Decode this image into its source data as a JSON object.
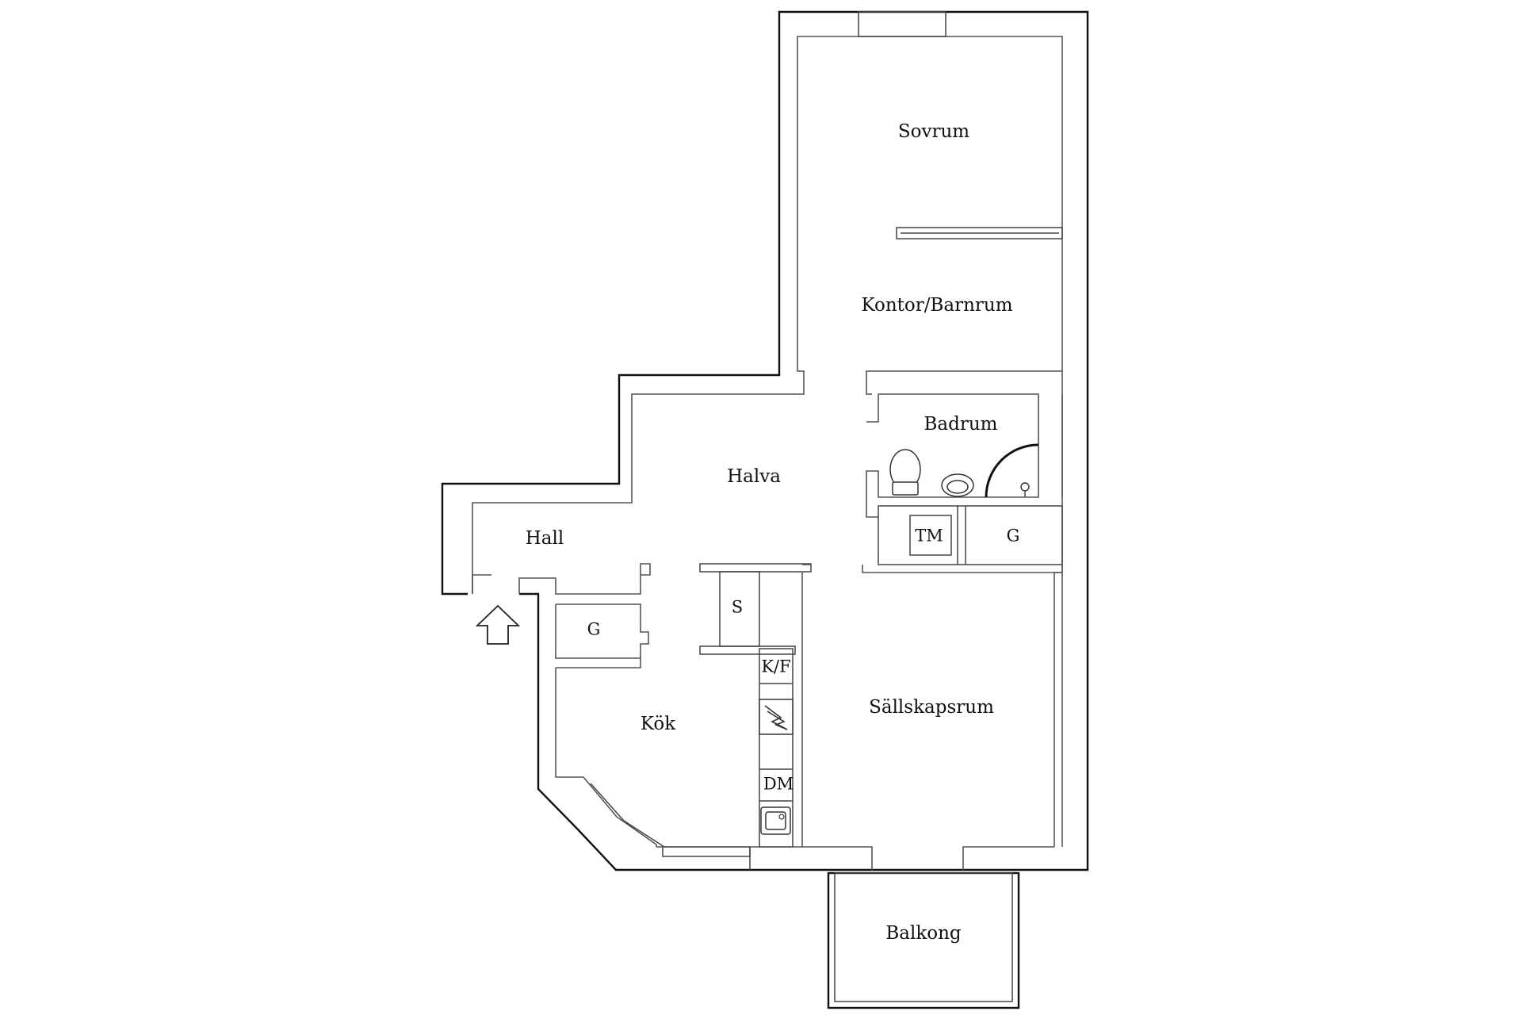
{
  "rooms": {
    "sovrum": "Sovrum",
    "kontor": "Kontor/Barnrum",
    "badrum": "Badrum",
    "halva": "Halva",
    "hall": "Hall",
    "sallskapsrum": "Sällskapsrum",
    "kok": "Kök",
    "balkong": "Balkong"
  },
  "fixtures": {
    "garderob_hall": "G",
    "garderob_bad": "G",
    "tvattmaskin": "TM",
    "skap": "S",
    "kylfrys": "K/F",
    "diskmaskin": "DM"
  },
  "colors": {
    "wall": "#111111",
    "background": "#ffffff"
  }
}
